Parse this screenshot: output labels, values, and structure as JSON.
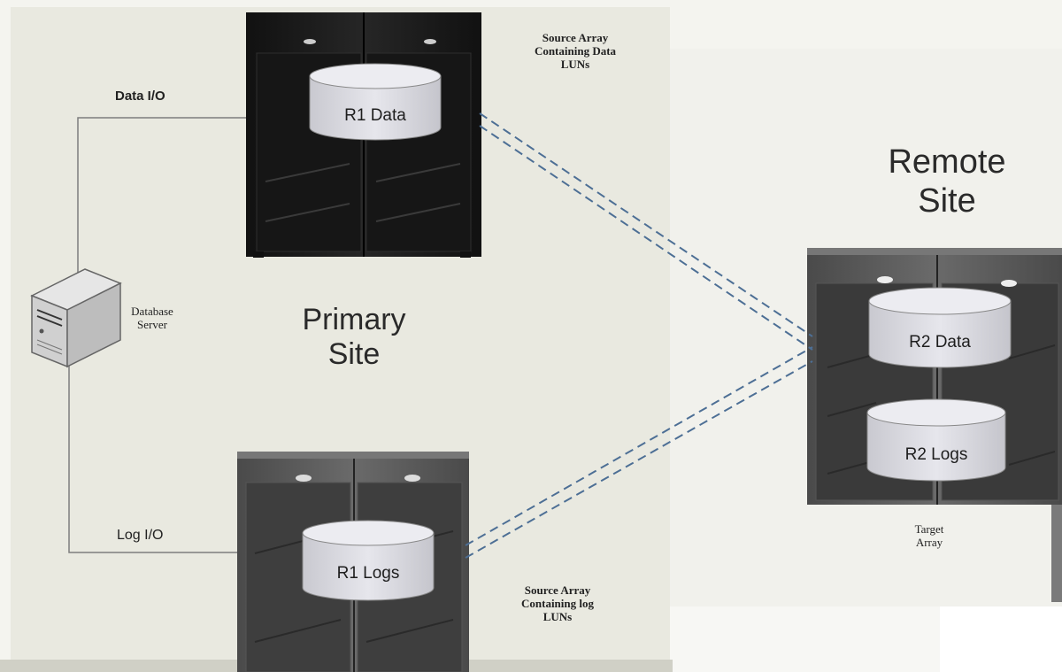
{
  "primary_site": {
    "title_line1": "Primary",
    "title_line2": "Site"
  },
  "remote_site": {
    "title_line1": "Remote",
    "title_line2": "Site"
  },
  "source_array_data": {
    "caption_line1": "Source Array",
    "caption_line2": "Containing Data",
    "caption_line3": "LUNs",
    "disk_label": "R1 Data"
  },
  "source_array_log": {
    "caption_line1": "Source Array",
    "caption_line2": "Containing log",
    "caption_line3": "LUNs",
    "disk_label": "R1 Logs"
  },
  "target_array": {
    "caption_line1": "Target",
    "caption_line2": "Array",
    "disk_data_label": "R2 Data",
    "disk_logs_label": "R2 Logs"
  },
  "database_server": {
    "label_line1": "Database",
    "label_line2": "Server"
  },
  "connections": {
    "data_io_label": "Data I/O",
    "log_io_label": "Log I/O"
  },
  "colors": {
    "link_dashed": "#4d6f95",
    "cable": "#7d7d7d",
    "rack_dark": "#1b1b1b",
    "rack_grey": "#5a5a5a",
    "disk_fill": "#d8d8df"
  }
}
